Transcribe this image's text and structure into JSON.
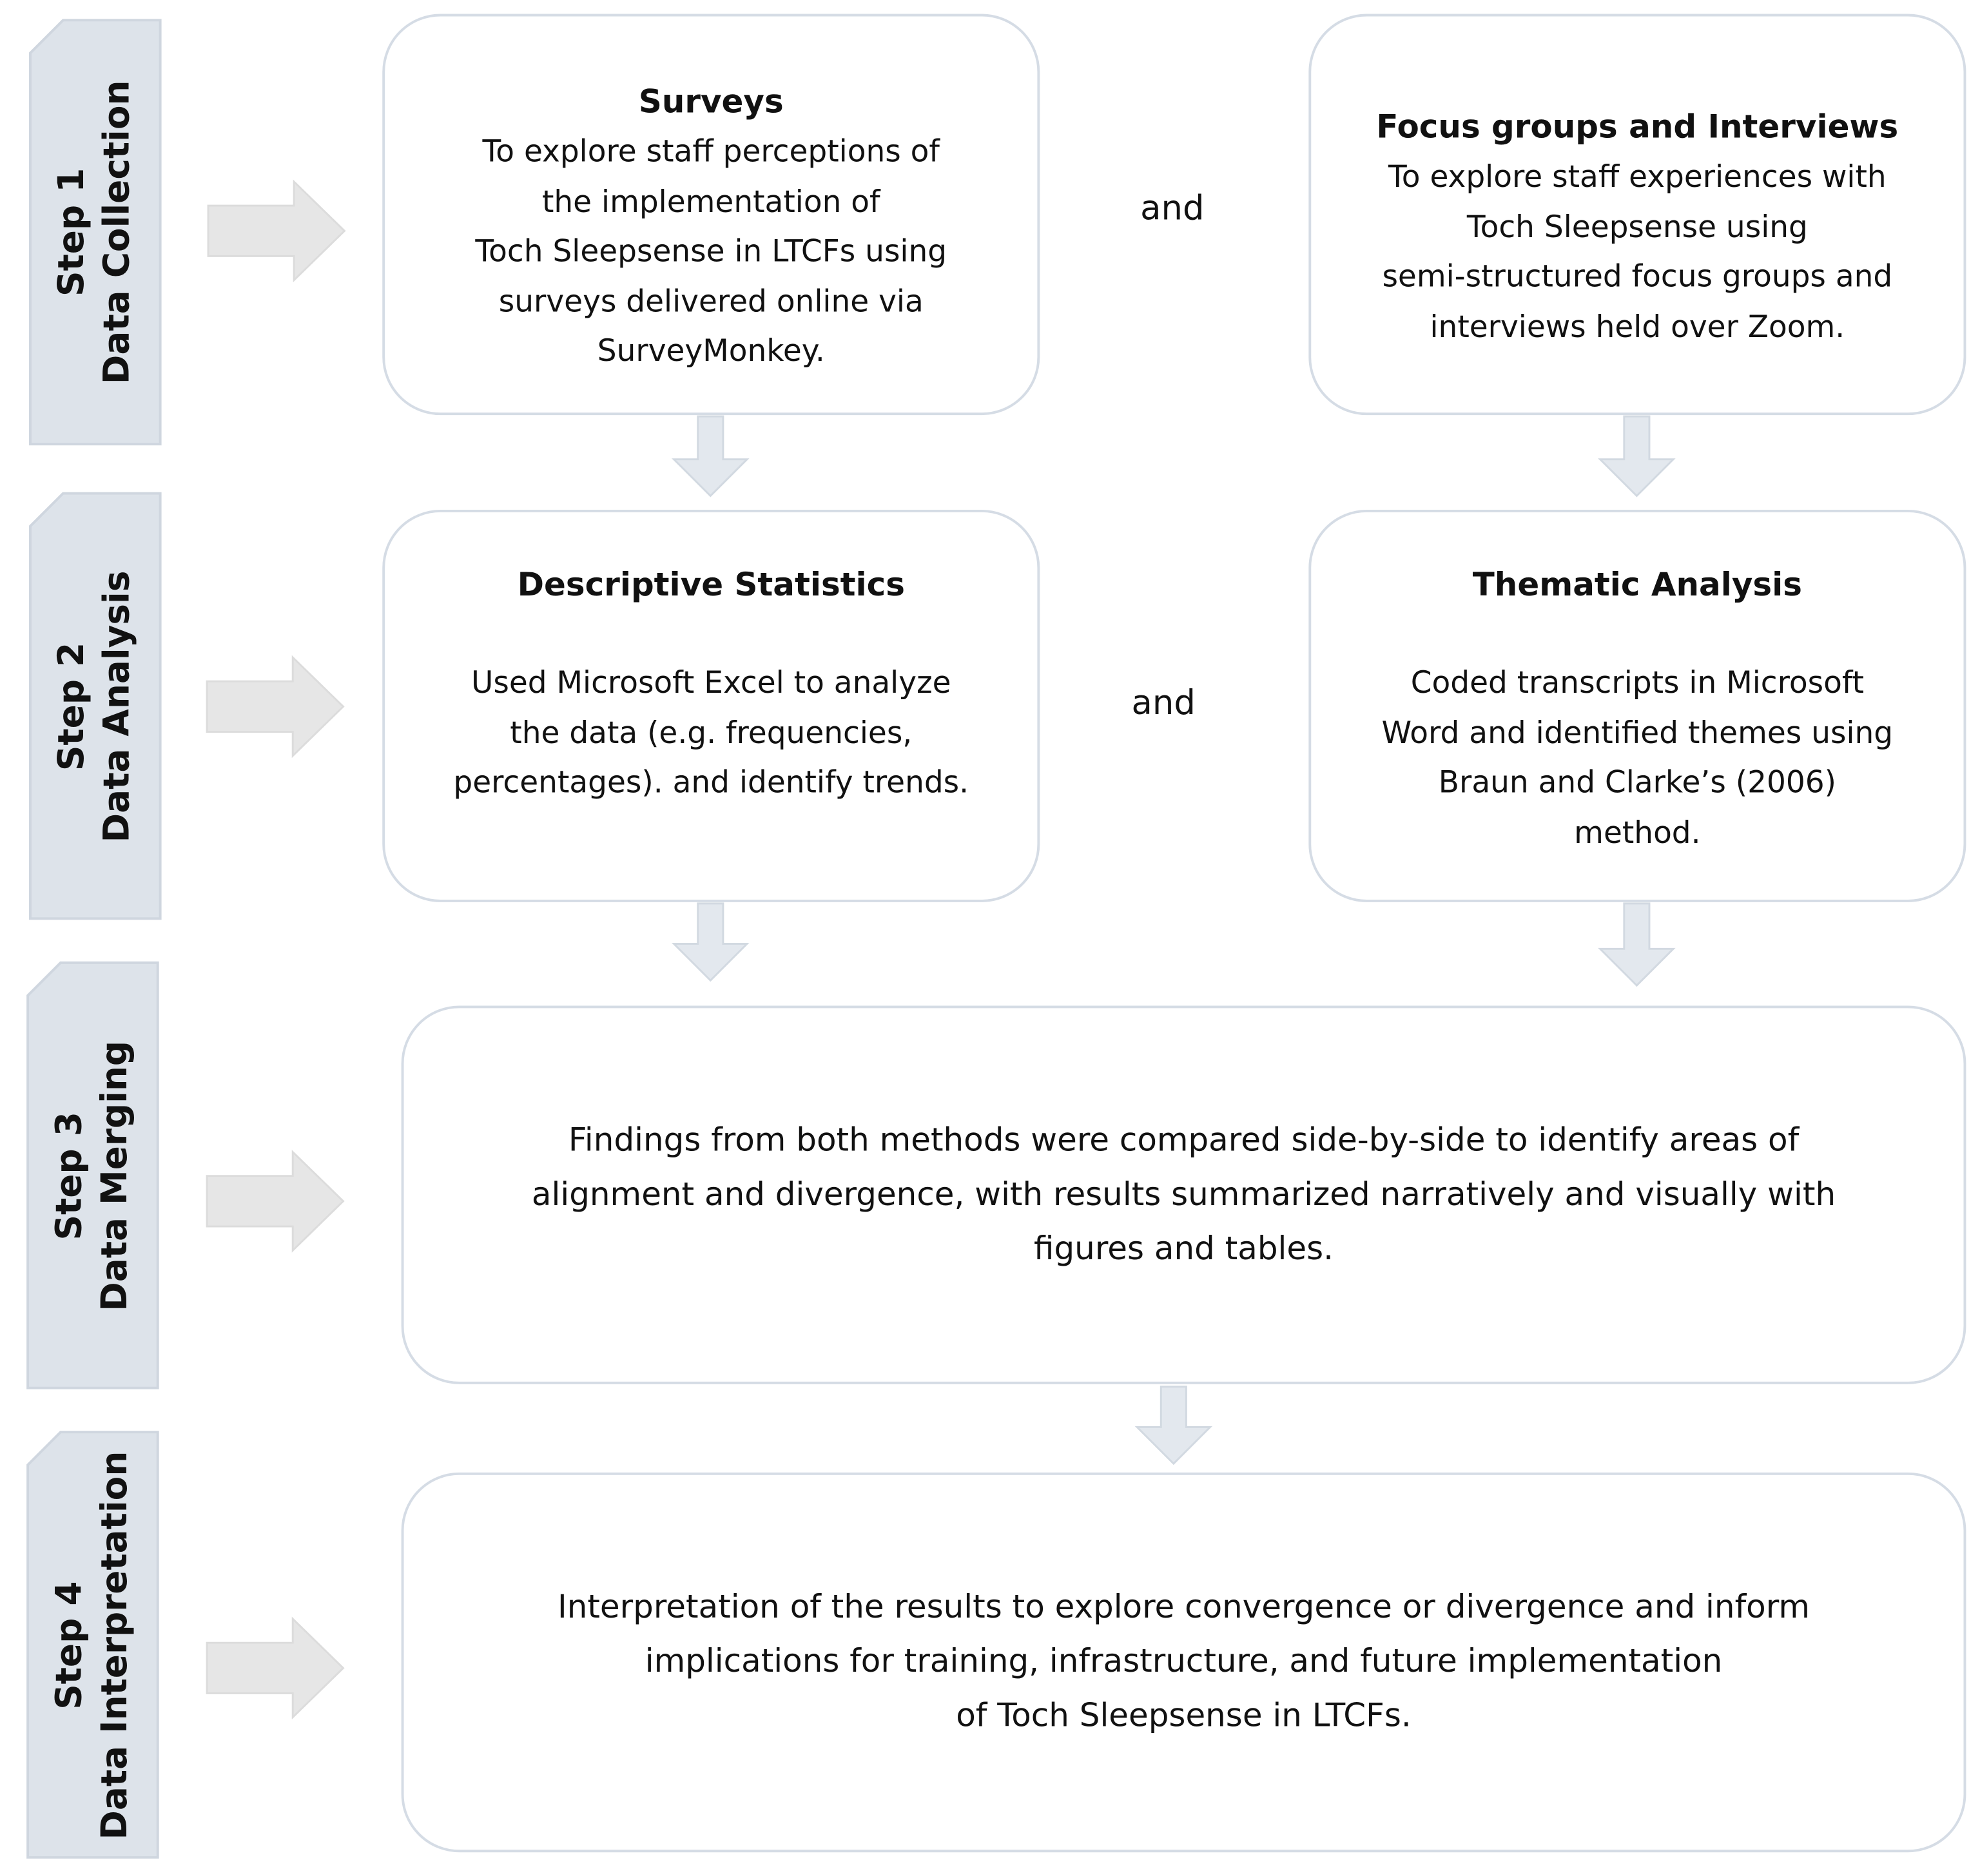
{
  "steps": [
    {
      "step": "Step 1",
      "name": "Data Collection"
    },
    {
      "step": "Step 2",
      "name": "Data Analysis"
    },
    {
      "step": "Step 3",
      "name": "Data Merging"
    },
    {
      "step": "Step 4",
      "name": "Data Interpretation"
    }
  ],
  "connector": "and",
  "boxes": {
    "surveys": {
      "title": "Surveys",
      "lines": [
        "To explore staff perceptions of",
        "the implementation of",
        "Toch Sleepsense in LTCFs using",
        "surveys delivered online via",
        "SurveyMonkey."
      ]
    },
    "focus_groups": {
      "title": "Focus groups and Interviews",
      "lines": [
        "To explore staff experiences with",
        "Toch Sleepsense using",
        "semi-structured focus groups and",
        "interviews held over Zoom."
      ]
    },
    "descriptive": {
      "title": "Descriptive Statistics",
      "lines": [
        "Used Microsoft Excel to analyze",
        "the data (e.g. frequencies,",
        "percentages). and identify trends."
      ]
    },
    "thematic": {
      "title": "Thematic Analysis",
      "lines": [
        "Coded transcripts in Microsoft",
        "Word and identified themes using",
        "Braun and Clarke’s (2006)",
        "method."
      ]
    },
    "merging": {
      "lines": [
        "Findings from both methods were compared side-by-side to identify areas of",
        "alignment and divergence, with results summarized narratively and visually with",
        "figures and tables."
      ]
    },
    "interpretation": {
      "lines": [
        "Interpretation of the results to explore convergence or divergence and inform",
        "implications for training,  infrastructure, and future implementation",
        "of Toch Sleepsense in LTCFs."
      ]
    }
  },
  "colors": {
    "box_border": "#d5dce5",
    "tab_fill": "#dde3ea",
    "arrow_fill": "#e6e6e6",
    "down_arrow_fill": "#e3e8ee"
  }
}
